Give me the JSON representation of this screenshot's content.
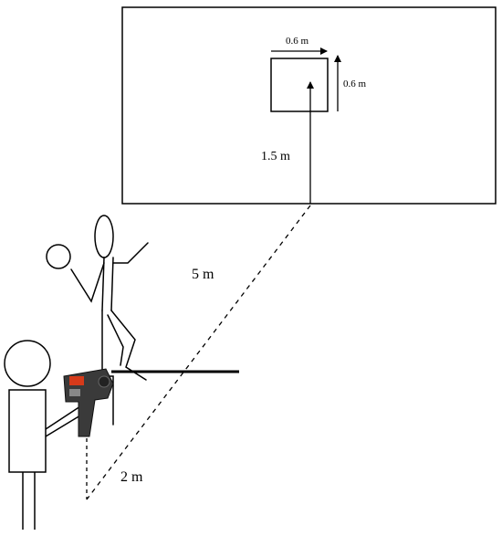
{
  "labels": {
    "target_width": "0.6 m",
    "target_height": "0.6 m",
    "target_elevation": "1.5 m",
    "throw_distance": "5 m",
    "gun_offset": "2 m"
  },
  "colors": {
    "ink": "#000000",
    "radar_body": "#3a3a3a",
    "radar_display": "#d63a1a"
  }
}
